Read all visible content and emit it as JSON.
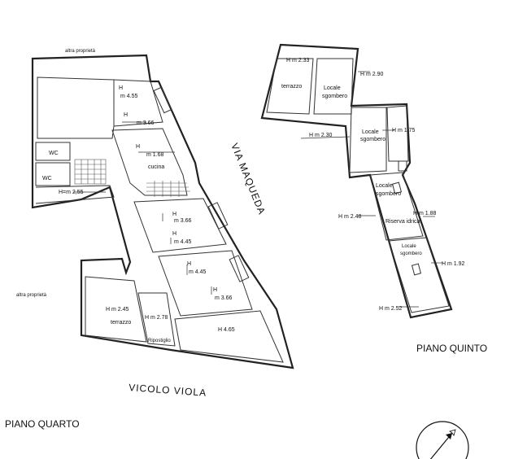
{
  "floors": {
    "quarto": "PIANO QUARTO",
    "quinto": "PIANO QUINTO"
  },
  "streets": {
    "maqueda": "VIA MAQUEDA",
    "viola": "VICOLO VIOLA"
  },
  "neighbours": {
    "top": "altra proprietà",
    "left": "altra proprietà"
  },
  "quarto_labels": {
    "h1": "H",
    "m455": "m 4.55",
    "h2": "H",
    "m366a": "m 3.66",
    "wc1": "WC",
    "wc2": "WC",
    "h3": "H",
    "m168": "m 1.68",
    "cucina": "cucina",
    "hm255": "H=m 2,55",
    "h4": "H",
    "m366b": "m 3.66",
    "h5": "H",
    "m445a": "m 4.45",
    "h6": "H",
    "m445b": "m 4.45",
    "h7": "H",
    "m366c": "m 3.66",
    "hm245": "H m 2.45",
    "hm278": "H m 2.78",
    "terrazzo": "terrazzo",
    "ripostiglio": "Ripostiglio",
    "h465": "H 4.65"
  },
  "quinto_labels": {
    "hm233": "H m 2.33",
    "hm290": "H m 2.90",
    "terrazzo": "terrazzo",
    "locale1": "Locale",
    "sgombero1": "sgombero",
    "hm230": "H m 2.30",
    "locale2": "Locale",
    "sgombero2": "sgombero",
    "hm175": "H m 1.75",
    "locale3": "Locale",
    "sgombero3": "sgombero",
    "hm248": "H m 2.48",
    "hm188": "H m 1.88",
    "riserva": "Riserva idrica",
    "locale4": "Locale",
    "sgombero4": "sgombero",
    "hm192": "H m 1.92",
    "hm252": "H m 2.52"
  },
  "icons": {
    "north_arrow": "compass-arrow-icon"
  }
}
